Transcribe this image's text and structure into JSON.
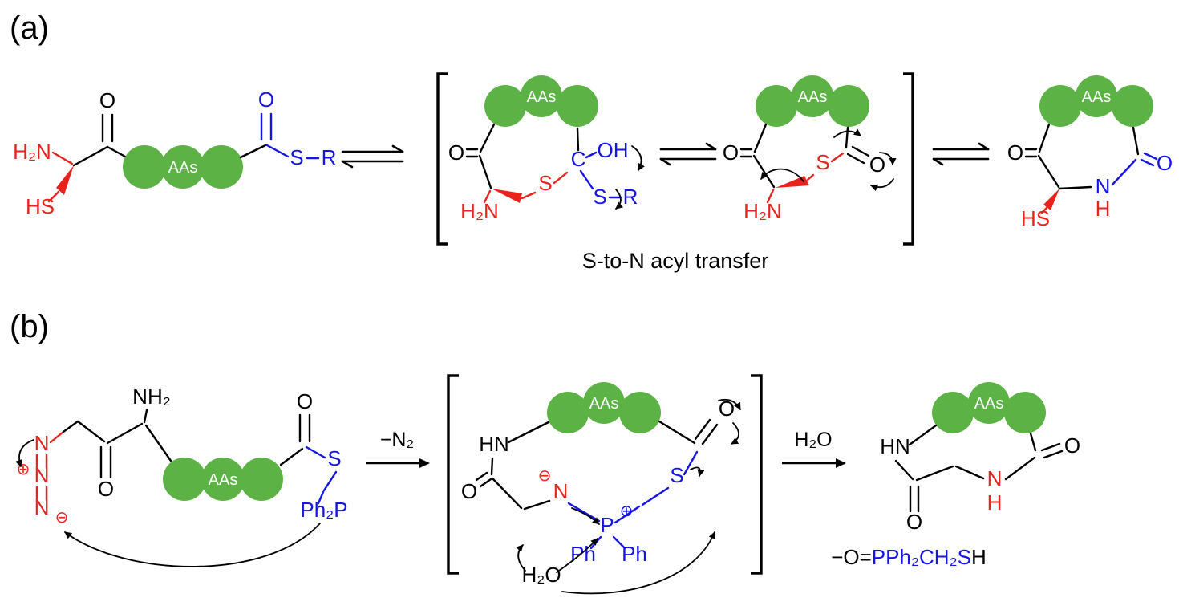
{
  "colors": {
    "green": "#5cb244",
    "red": "#e8231d",
    "blue": "#1414e6",
    "black": "#000000",
    "background": "#ffffff"
  },
  "aas_label": "AAs",
  "panel_a": {
    "label": "(a)",
    "caption": "S-to-N acyl transfer",
    "reactant": {
      "amine": "H₂N",
      "thiol": "HS",
      "carbonyl_o": "O",
      "thioester_o": "O",
      "sulfur": "S",
      "r_group": "R"
    },
    "intermediate1": {
      "carbonyl_o": "O",
      "amine": "H₂N",
      "ring_s": "S",
      "carbon": "C",
      "hydroxyl": "OH",
      "sulfur": "S",
      "r_group": "R"
    },
    "intermediate2": {
      "carbonyl_o": "O",
      "amine": "H₂N",
      "ring_s": "S",
      "oxy_o": "O"
    },
    "product": {
      "left_o": "O",
      "thiol": "HS",
      "nitrogen": "N",
      "nh": "H",
      "right_o": "O"
    }
  },
  "panel_b": {
    "label": "(b)",
    "arrow1_label": "−N₂",
    "arrow2_label": "H₂O",
    "reactant": {
      "azide_n1": "N",
      "azide_n2": "N",
      "azide_n3": "N",
      "plus": "⊕",
      "minus": "⊖",
      "amide_o": "O",
      "amine": "NH₂",
      "thioester_o": "O",
      "sulfur": "S",
      "phosphine": "Ph₂P"
    },
    "intermediate": {
      "hn": "HN",
      "left_o": "O",
      "nitrogen": "N",
      "minus": "⊖",
      "phosphorus": "P",
      "plus": "⊕",
      "ph_left": "Ph",
      "ph_right": "Ph",
      "sulfur": "S",
      "right_o": "O",
      "water": "H₂O"
    },
    "product": {
      "hn": "HN",
      "left_o": "O",
      "nitrogen": "N",
      "nh": "H",
      "right_o": "O",
      "byproduct_prefix": "−O=",
      "byproduct_mid": "PPh₂CH₂S",
      "byproduct_suffix": "H"
    }
  }
}
